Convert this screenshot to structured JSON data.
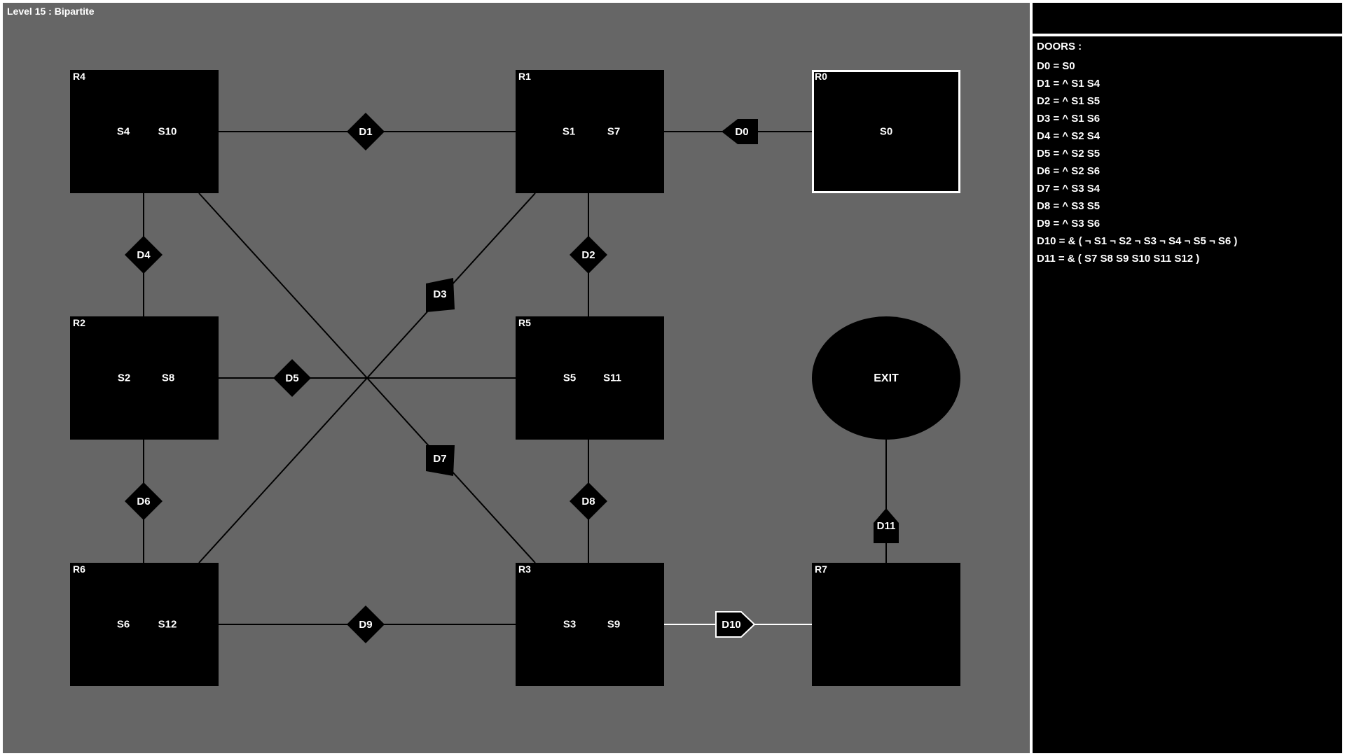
{
  "level_title": "Level 15 : Bipartite",
  "rooms": [
    {
      "id": "R4",
      "switches": [
        "S4",
        "S10"
      ],
      "selected": false
    },
    {
      "id": "R1",
      "switches": [
        "S1",
        "S7"
      ],
      "selected": false
    },
    {
      "id": "R0",
      "switches": [
        "S0"
      ],
      "selected": true
    },
    {
      "id": "R2",
      "switches": [
        "S2",
        "S8"
      ],
      "selected": false
    },
    {
      "id": "R5",
      "switches": [
        "S5",
        "S11"
      ],
      "selected": false
    },
    {
      "id": "R6",
      "switches": [
        "S6",
        "S12"
      ],
      "selected": false
    },
    {
      "id": "R3",
      "switches": [
        "S3",
        "S9"
      ],
      "selected": false
    },
    {
      "id": "R7",
      "switches": [],
      "selected": false
    }
  ],
  "exit_label": "EXIT",
  "doors": [
    {
      "id": "D0",
      "open": false
    },
    {
      "id": "D1",
      "open": false
    },
    {
      "id": "D2",
      "open": false
    },
    {
      "id": "D3",
      "open": false
    },
    {
      "id": "D4",
      "open": false
    },
    {
      "id": "D5",
      "open": false
    },
    {
      "id": "D6",
      "open": false
    },
    {
      "id": "D7",
      "open": false
    },
    {
      "id": "D8",
      "open": false
    },
    {
      "id": "D9",
      "open": false
    },
    {
      "id": "D10",
      "open": true
    },
    {
      "id": "D11",
      "open": false
    }
  ],
  "panel": {
    "heading": "DOORS :",
    "rules": [
      "D0 = S0",
      "D1 = ^ S1 S4",
      "D2 = ^ S1 S5",
      "D3 = ^ S1 S6",
      "D4 = ^ S2 S4",
      "D5 = ^ S2 S5",
      "D6 = ^ S2 S6",
      "D7 = ^ S3 S4",
      "D8 = ^ S3 S5",
      "D9 = ^ S3 S6",
      "D10 = & ( ¬ S1 ¬ S2 ¬ S3 ¬ S4 ¬ S5 ¬ S6 )",
      "D11 = & ( S7 S8 S9 S10 S11 S12 )"
    ]
  },
  "colors": {
    "board": "#666666",
    "room": "#000000",
    "text": "#ffffff",
    "open_door_outline": "#ffffff",
    "divider": "#ffffff"
  }
}
